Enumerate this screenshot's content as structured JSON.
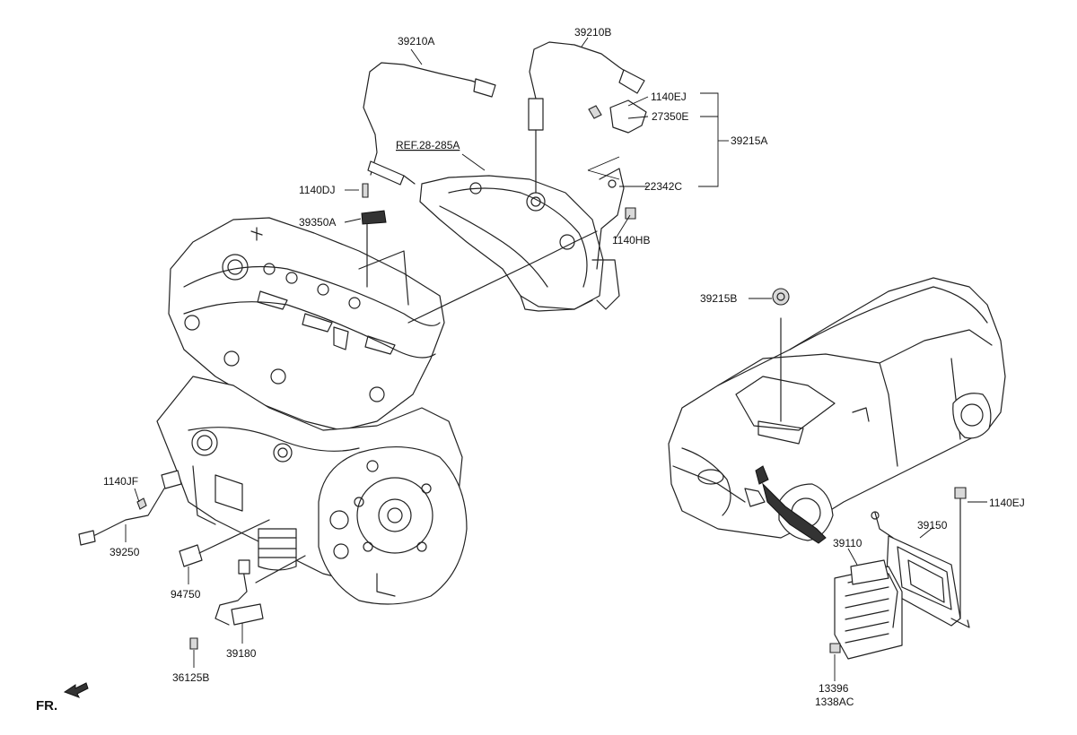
{
  "labels": {
    "p39210A": "39210A",
    "p39210B": "39210B",
    "p1140EJ_top": "1140EJ",
    "p27350E": "27350E",
    "p39215A": "39215A",
    "pREF": "REF.28-285A",
    "p22342C": "22342C",
    "p1140DJ": "1140DJ",
    "p39350A": "39350A",
    "p1140HB": "1140HB",
    "p39215B": "39215B",
    "p1140JF": "1140JF",
    "p39250": "39250",
    "p94750": "94750",
    "p39180": "39180",
    "p36125B": "36125B",
    "p1140EJ_right": "1140EJ",
    "p39150": "39150",
    "p39110": "39110",
    "p13396": "13396",
    "p1338AC": "1338AC",
    "front": "FR."
  },
  "icons": {
    "front_arrow": "front-direction-arrow-icon"
  }
}
